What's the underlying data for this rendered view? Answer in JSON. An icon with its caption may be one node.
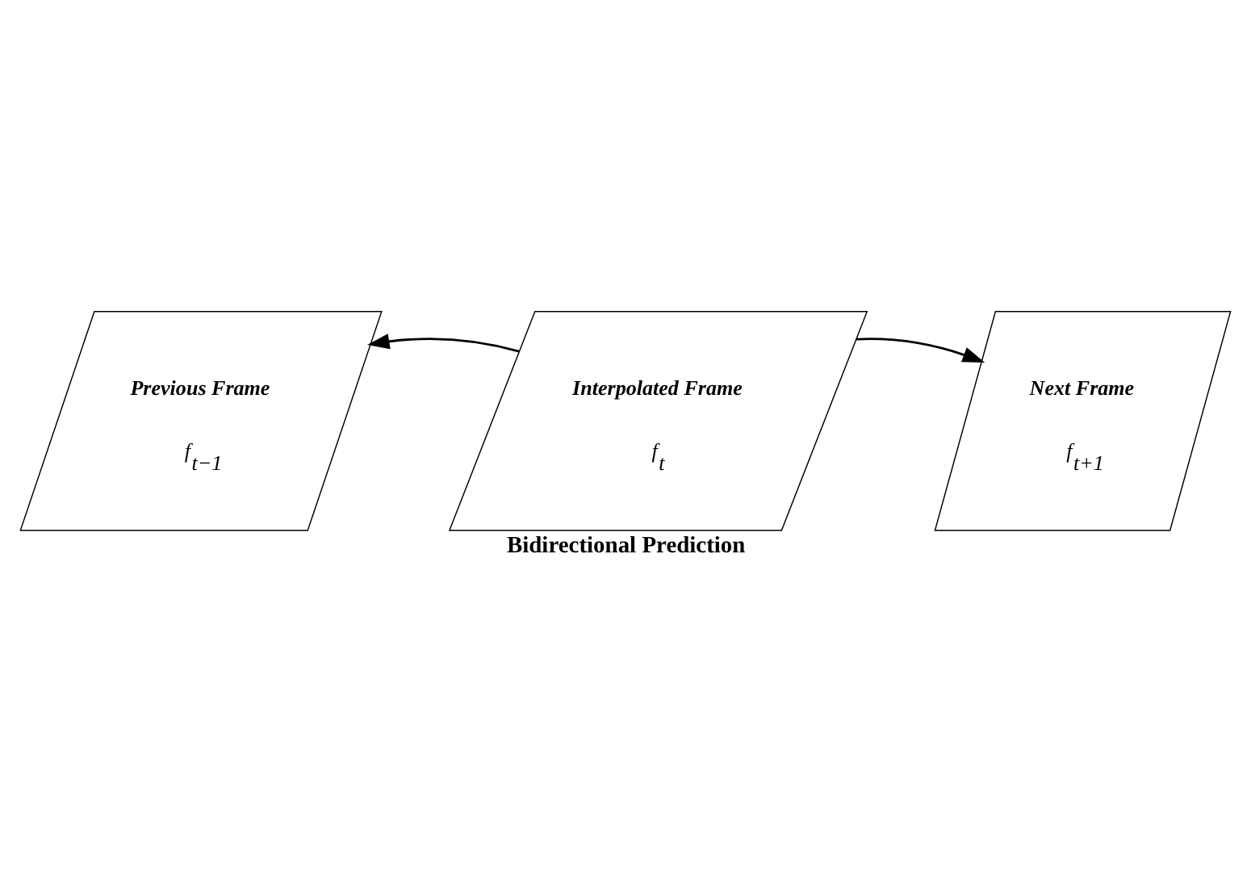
{
  "diagram": {
    "caption": "Bidirectional Prediction",
    "nodes": [
      {
        "text": [
          "Previous Frame",
          "f$_{t−1}$"
        ]
      },
      {
        "text": [
          "Interpolated Frame",
          "f$_{t}$"
        ]
      },
      {
        "text": [
          "Next Frame",
          "f$_{t+1}$"
        ]
      }
    ],
    "edges": [
      {
        "from": 1,
        "to": 0,
        "arrow": "to"
      },
      {
        "from": 1,
        "to": 2,
        "arrow": "to"
      }
    ]
  }
}
